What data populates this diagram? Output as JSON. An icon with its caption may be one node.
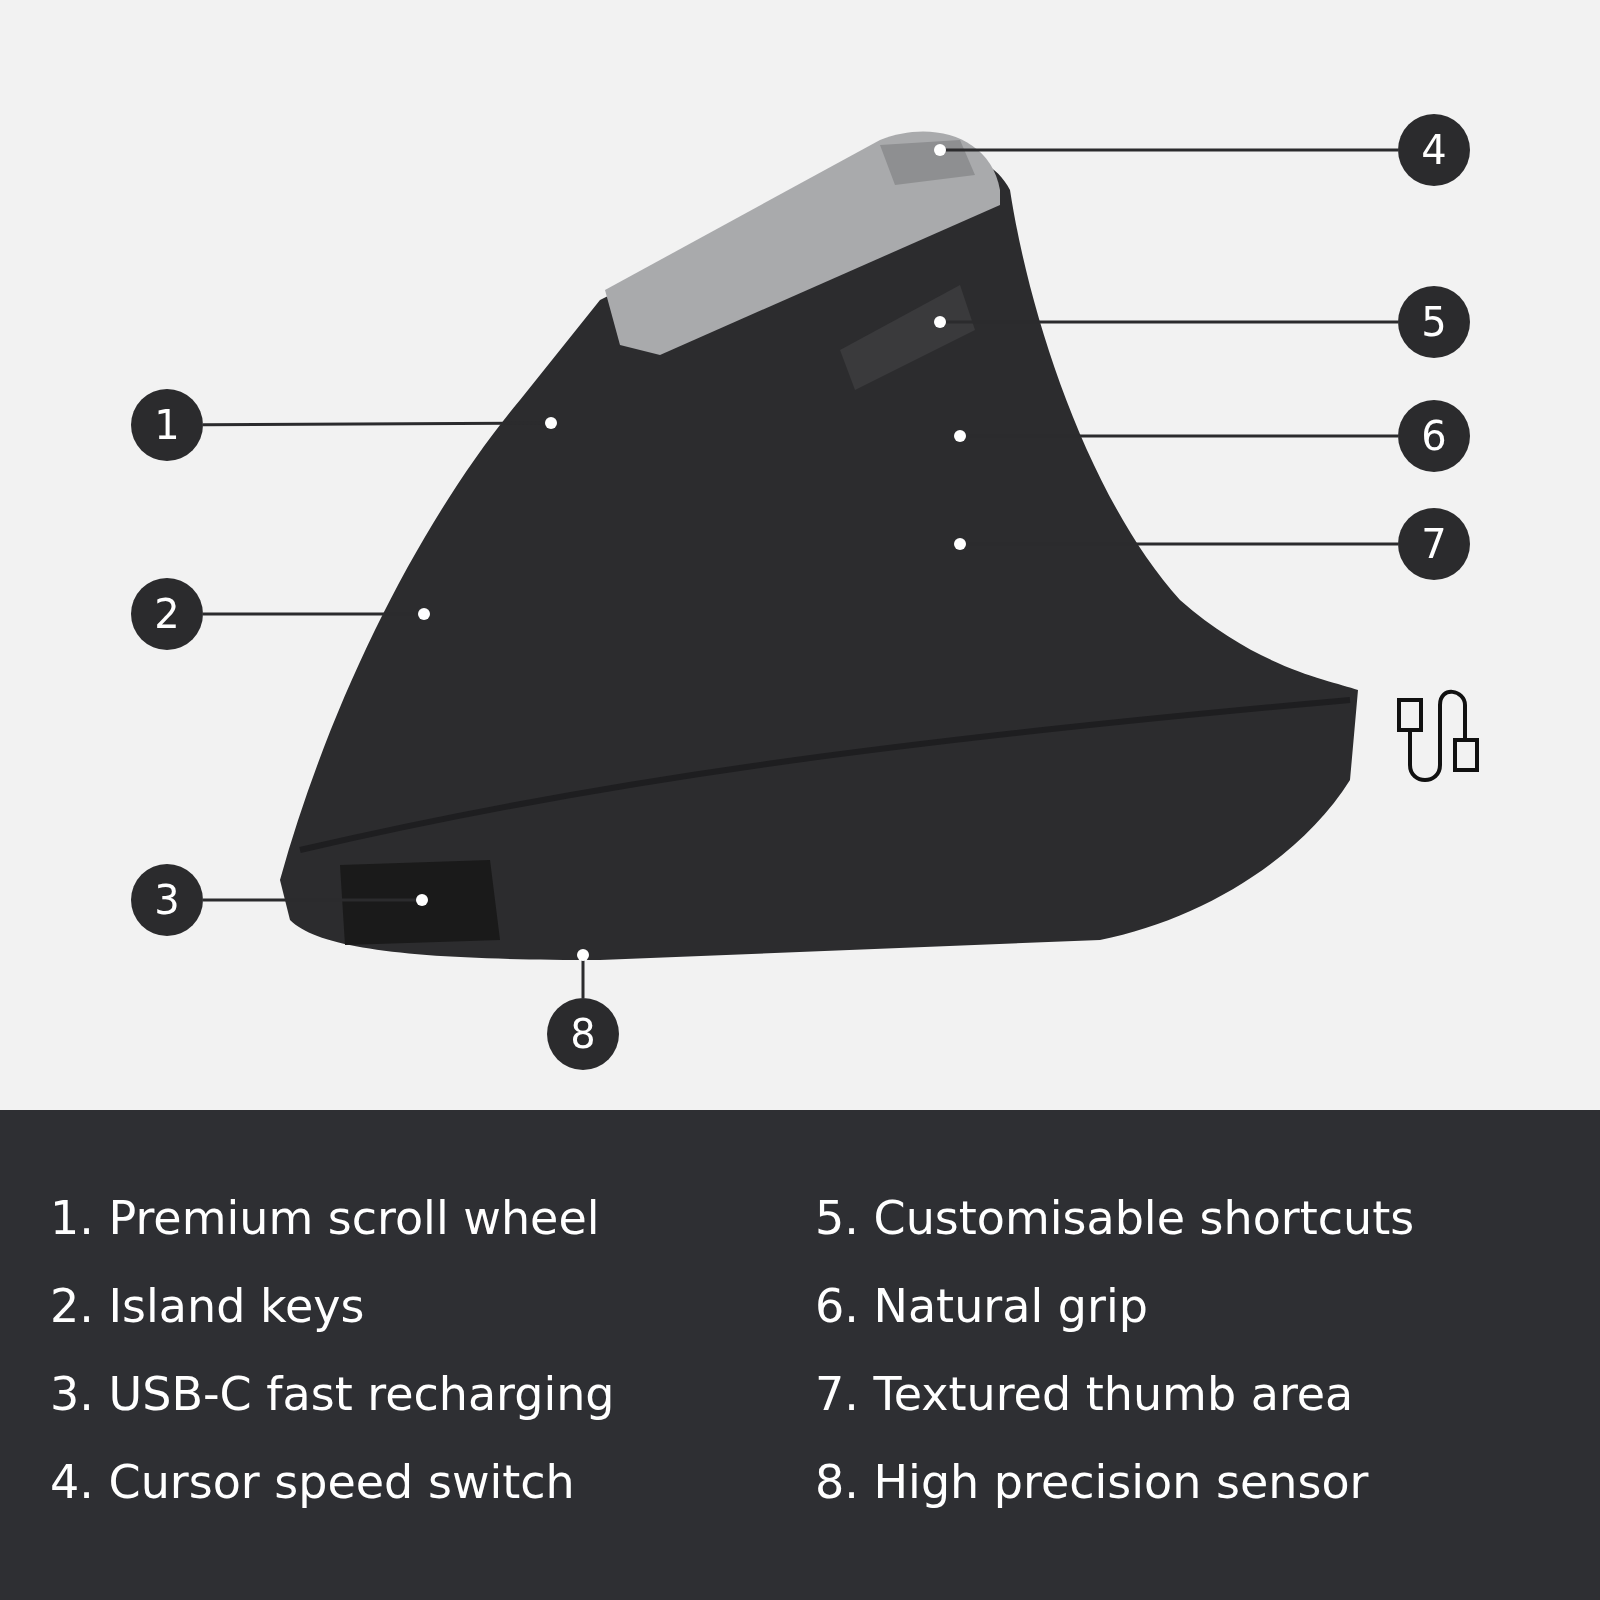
{
  "diagram": {
    "nodes": [
      {
        "text": [
          "1"
        ]
      },
      {
        "text": [
          "2"
        ]
      },
      {
        "text": [
          "3"
        ]
      },
      {
        "text": [
          "4"
        ]
      },
      {
        "text": [
          "5"
        ]
      },
      {
        "text": [
          "6"
        ]
      },
      {
        "text": [
          "7"
        ]
      },
      {
        "text": [
          "8"
        ]
      }
    ],
    "edges": [
      {
        "from": 0,
        "to": null,
        "arrow": "other"
      },
      {
        "from": 1,
        "to": null,
        "arrow": "other"
      },
      {
        "from": 2,
        "to": null,
        "arrow": "other"
      },
      {
        "from": 3,
        "to": null,
        "arrow": "other"
      },
      {
        "from": 4,
        "to": null,
        "arrow": "other"
      },
      {
        "from": 5,
        "to": null,
        "arrow": "other"
      },
      {
        "from": 6,
        "to": null,
        "arrow": "other"
      },
      {
        "from": 7,
        "to": null,
        "arrow": "other"
      }
    ],
    "labels": [
      "1. Premium scroll wheel",
      "5. Customisable shortcuts",
      "2. Island keys",
      "6. Natural grip",
      "3. USB-C fast recharging",
      "7. Textured thumb area",
      "4. Cursor speed switch",
      "8. High precision sensor"
    ]
  }
}
